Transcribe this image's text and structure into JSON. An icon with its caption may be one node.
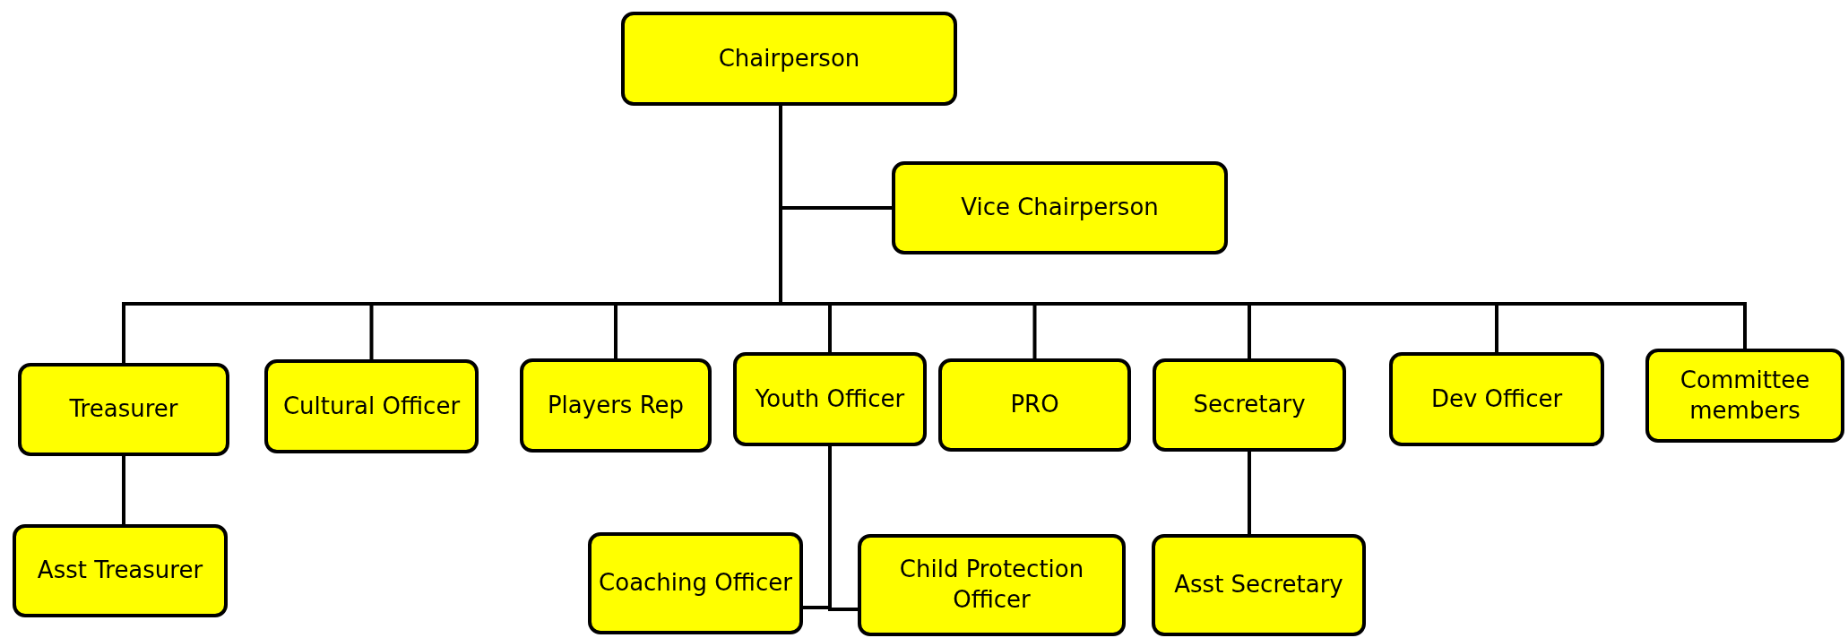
{
  "diagram": {
    "nodes": [
      {
        "text": [
          "Chairperson"
        ]
      },
      {
        "text": [
          "Vice Chairperson"
        ]
      },
      {
        "text": [
          "Treasurer"
        ]
      },
      {
        "text": [
          "Cultural Officer"
        ]
      },
      {
        "text": [
          "Players Rep"
        ]
      },
      {
        "text": [
          "Youth Officer"
        ]
      },
      {
        "text": [
          "PRO"
        ]
      },
      {
        "text": [
          "Secretary"
        ]
      },
      {
        "text": [
          "Dev Officer"
        ]
      },
      {
        "text": [
          "Committee members"
        ]
      },
      {
        "text": [
          "Asst Treasurer"
        ]
      },
      {
        "text": [
          "Coaching Officer"
        ]
      },
      {
        "text": [
          "Child Protection Officer"
        ]
      },
      {
        "text": [
          "Asst Secretary"
        ]
      }
    ],
    "edges": [
      {
        "from": 0,
        "to": 1,
        "arrow": "none"
      },
      {
        "from": 0,
        "to": 2,
        "arrow": "none"
      },
      {
        "from": 0,
        "to": 3,
        "arrow": "none"
      },
      {
        "from": 0,
        "to": 4,
        "arrow": "none"
      },
      {
        "from": 0,
        "to": 5,
        "arrow": "none"
      },
      {
        "from": 0,
        "to": 6,
        "arrow": "none"
      },
      {
        "from": 0,
        "to": 7,
        "arrow": "none"
      },
      {
        "from": 0,
        "to": 8,
        "arrow": "none"
      },
      {
        "from": 0,
        "to": 9,
        "arrow": "none"
      },
      {
        "from": 2,
        "to": 10,
        "arrow": "none"
      },
      {
        "from": 5,
        "to": 11,
        "arrow": "none"
      },
      {
        "from": 5,
        "to": 12,
        "arrow": "none"
      },
      {
        "from": 7,
        "to": 13,
        "arrow": "none"
      }
    ]
  }
}
